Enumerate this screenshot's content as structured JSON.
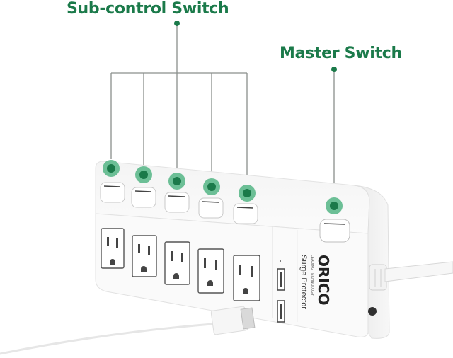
{
  "annotations": {
    "sub_control_label": "Sub-control Switch",
    "master_label": "Master Switch",
    "accent_color": "#1b7a4a",
    "marker_ring_color": "#6cbf96"
  },
  "product": {
    "brand": "ORICO",
    "brand_tagline": "LEADING TECHNOLOGY",
    "subtitle": "Surge Protector",
    "outlet_count": 5,
    "sub_switch_count": 5,
    "master_switch_count": 1,
    "usb_port_count": 2
  }
}
